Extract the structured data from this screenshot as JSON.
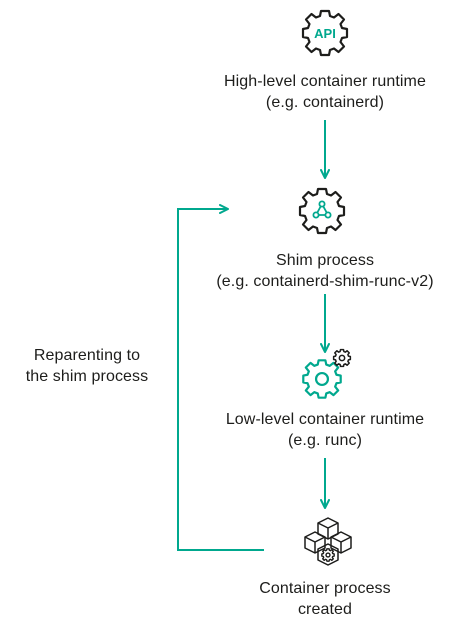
{
  "colors": {
    "accent": "#00a88e",
    "icon_dark": "#1d1d1b",
    "text": "#1d1d1b",
    "background": "#ffffff"
  },
  "nodes": [
    {
      "id": "high-level-runtime",
      "icon": "api-gear-icon",
      "icon_text": "API",
      "lines": [
        "High-level container runtime",
        "(e.g. containerd)"
      ]
    },
    {
      "id": "shim-process",
      "icon": "webhook-gear-icon",
      "lines": [
        "Shim process",
        "(e.g. containerd-shim-runc-v2)"
      ]
    },
    {
      "id": "low-level-runtime",
      "icon": "gears-icon",
      "lines": [
        "Low-level container runtime",
        "(e.g. runc)"
      ]
    },
    {
      "id": "container-process",
      "icon": "boxes-gear-icon",
      "lines": [
        "Container process",
        "created"
      ]
    }
  ],
  "feedback": {
    "lines": [
      "Reparenting to",
      "the shim process"
    ]
  }
}
